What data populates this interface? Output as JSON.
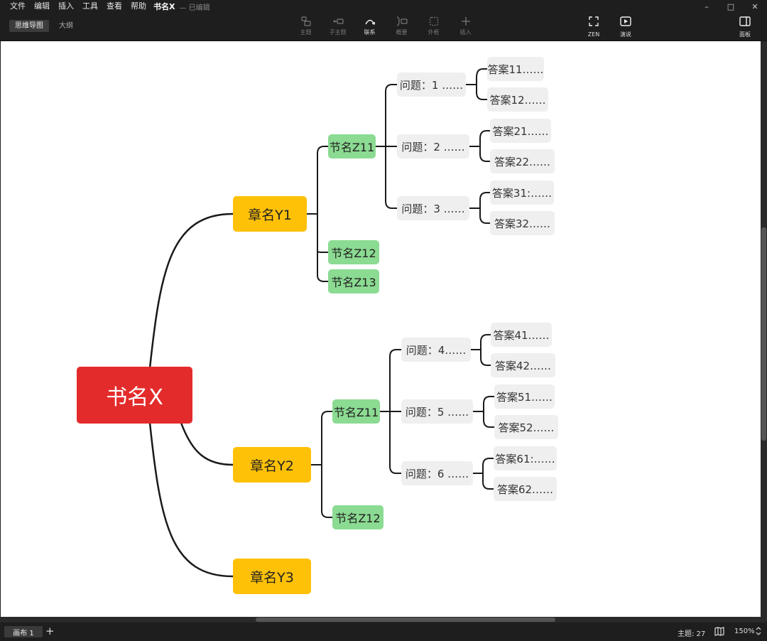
{
  "menu": [
    "文件",
    "编辑",
    "插入",
    "工具",
    "查看",
    "帮助"
  ],
  "document": {
    "title": "书名X",
    "status": "— 已编辑"
  },
  "window": {
    "minimize": "–",
    "maximize": "□",
    "close": "✕"
  },
  "view_tabs": [
    "思维导图",
    "大纲"
  ],
  "tools": [
    "主题",
    "子主题",
    "联系",
    "概要",
    "外框",
    "插入"
  ],
  "right_tools": {
    "zen": "ZEN",
    "present": "演说",
    "panel": "面板"
  },
  "map": {
    "root": "书名X",
    "chapters": [
      "章名Y1",
      "章名Y2",
      "章名Y3"
    ],
    "sections": [
      "节名Z11",
      "节名Z12",
      "节名Z13",
      "节名Z11",
      "节名Z12"
    ],
    "questions": [
      "问题：1 ……",
      "问题：2 ……",
      "问题：3 ……",
      "问题：4……",
      "问题：5 ……",
      "问题：6 ……"
    ],
    "answers": [
      "答案11……",
      "答案12……",
      "答案21……",
      "答案22……",
      "答案31:……",
      "答案32……",
      "答案41……",
      "答案42……",
      "答案51……",
      "答案52……",
      "答案61:……",
      "答案62……"
    ]
  },
  "status": {
    "sheet": "画布 1",
    "add": "+",
    "topic_count": "主题: 27",
    "zoom": "150%"
  }
}
